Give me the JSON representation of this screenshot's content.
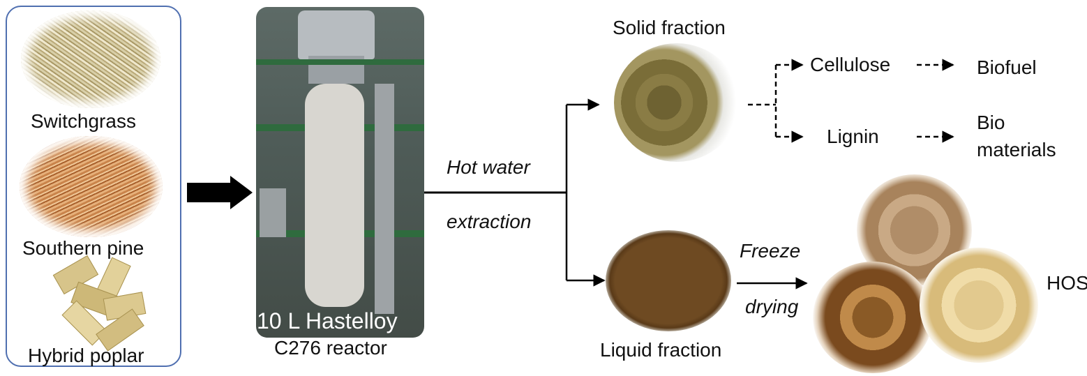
{
  "feedstocks": {
    "items": [
      {
        "label": "Switchgrass"
      },
      {
        "label": "Southern pine"
      },
      {
        "label": "Hybrid poplar"
      }
    ]
  },
  "reactor": {
    "line1": "10 L Hastelloy",
    "line2": "C276 reactor"
  },
  "process": {
    "line1": "Hot water",
    "line2": "extraction"
  },
  "solid": {
    "title": "Solid fraction",
    "products": [
      "Cellulose",
      "Lignin"
    ],
    "endproducts": {
      "biofuel": "Biofuel",
      "bio_line1": "Bio",
      "bio_line2": "materials"
    }
  },
  "liquid": {
    "title": "Liquid fraction",
    "step_line1": "Freeze",
    "step_line2": "drying",
    "product": "HOS"
  },
  "colors": {
    "panel_border": "#4f6fb0",
    "arrow": "#000000",
    "liquid": "#6e4a22",
    "solid": "#7a6a3a"
  }
}
